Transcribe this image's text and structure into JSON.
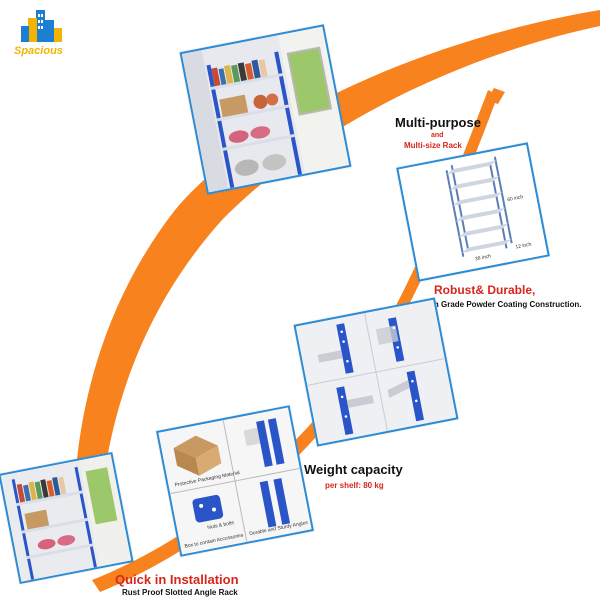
{
  "brand": {
    "logo_text": "Spacious"
  },
  "features": {
    "multi_purpose": {
      "title": "Multi-purpose",
      "and": "and",
      "subtitle": "Multi-size Rack"
    },
    "robust": {
      "title": "Robust& Durable,",
      "subtitle_line": "High Grade Powder Coating Construction."
    },
    "weight": {
      "title": "Weight capacity",
      "subtitle": "per shelf: 80 kg"
    },
    "install": {
      "title": "Quick in Installation",
      "subtitle": "Rust Proof Slotted Angle Rack"
    }
  },
  "diagram_labels": {
    "width": "36 inch",
    "depth": "12 inch",
    "height": "60 inch"
  },
  "package_labels": {
    "packaging": "Protective Packaging Material",
    "rack_accessories": "Box to contain Accessories",
    "nuts": "Nuts & bolts",
    "plates": "Durable and Sturdy Angles"
  },
  "colors": {
    "orange": "#f7821e",
    "blue": "#2d8bd4",
    "rack_blue": "#2a55c9",
    "red": "#d7261b"
  }
}
